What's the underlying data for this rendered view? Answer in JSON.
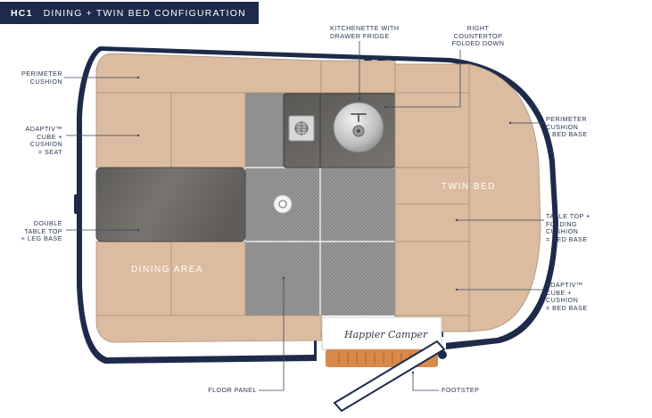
{
  "title": {
    "code": "HC1",
    "text": "DINING + TWIN BED CONFIGURATION"
  },
  "labels": {
    "perimeter_cushion_left": [
      "PERIMETER",
      "CUSHION"
    ],
    "adaptiv_seat": [
      "ADAPTIV™",
      "CUBE +",
      "CUSHION",
      "= SEAT"
    ],
    "double_table": [
      "DOUBLE",
      "TABLE TOP",
      "+ LEG BASE"
    ],
    "kitchenette": [
      "KITCHENETTE WITH",
      "DRAWER FRIDGE"
    ],
    "right_countertop": [
      "RIGHT",
      "COUNTERTOP",
      "FOLDED DOWN"
    ],
    "perimeter_cushion_right": [
      "PERIMETER",
      "CUSHION",
      "= BED BASE"
    ],
    "table_top_folding": [
      "TABLE TOP +",
      "FOLDING",
      "CUSHION",
      "= BED BASE"
    ],
    "adaptiv_bed": [
      "ADAPTIV™",
      "CUBE +",
      "CUSHION",
      "= BED BASE"
    ],
    "floor_panel": [
      "FLOOR PANEL"
    ],
    "footstep": [
      "FOOTSTEP"
    ]
  },
  "areas": {
    "twin_bed": "TWIN BED",
    "dining_area": "DINING AREA"
  },
  "brand": "Happier Camper",
  "colors": {
    "banner": "#1d2a4a",
    "navy": "#1d2a4a",
    "cushion": "#dcbca0",
    "cushion_line": "#a98e78",
    "counter": "#6d6b68",
    "floor": "#8f8f8f",
    "step": "#d88a4a",
    "leader": "#3a4560"
  }
}
